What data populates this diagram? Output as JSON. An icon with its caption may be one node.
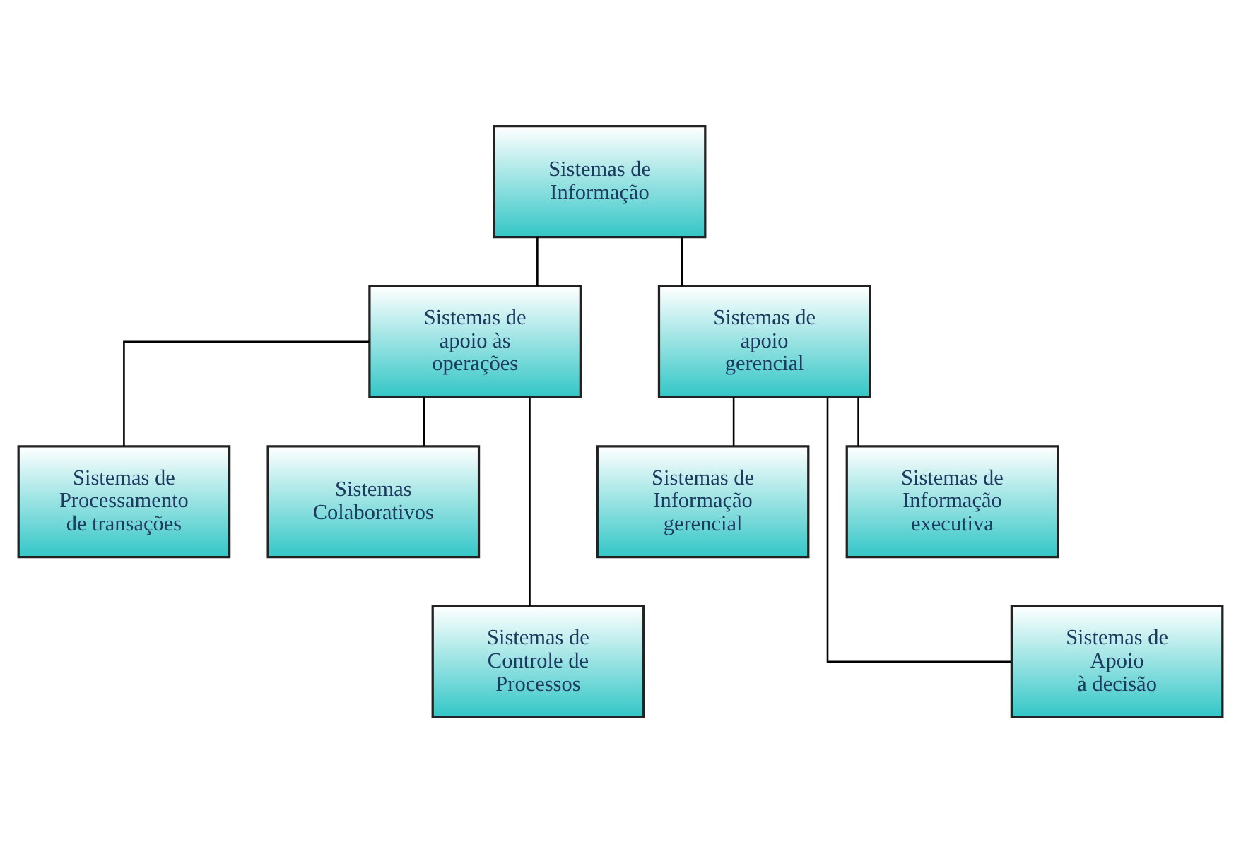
{
  "diagram": {
    "nodes": [
      {
        "text": [
          "Sistemas de Informação"
        ]
      },
      {
        "text": [
          "Sistemas de apoio às operações"
        ]
      },
      {
        "text": [
          "Sistemas de apoio gerencial"
        ]
      },
      {
        "text": [
          "Sistemas de Processamento de transações"
        ]
      },
      {
        "text": [
          "Sistemas Colaborativos"
        ]
      },
      {
        "text": [
          "Sistemas de Informação gerencial"
        ]
      },
      {
        "text": [
          "Sistemas de Informação executiva"
        ]
      },
      {
        "text": [
          "Sistemas de Controle de Processos"
        ]
      },
      {
        "text": [
          "Sistemas de Apoio à decisão"
        ]
      }
    ],
    "edges": [
      {
        "from": 0,
        "to": 1,
        "arrow": "none"
      },
      {
        "from": 0,
        "to": 2,
        "arrow": "none"
      },
      {
        "from": 1,
        "to": 3,
        "arrow": "none"
      },
      {
        "from": 1,
        "to": 7,
        "arrow": "none"
      },
      {
        "from": 1,
        "to": 4,
        "arrow": "none"
      },
      {
        "from": 2,
        "to": 5,
        "arrow": "none"
      },
      {
        "from": 2,
        "to": 8,
        "arrow": "none"
      },
      {
        "from": 2,
        "to": 6,
        "arrow": "none"
      }
    ]
  }
}
